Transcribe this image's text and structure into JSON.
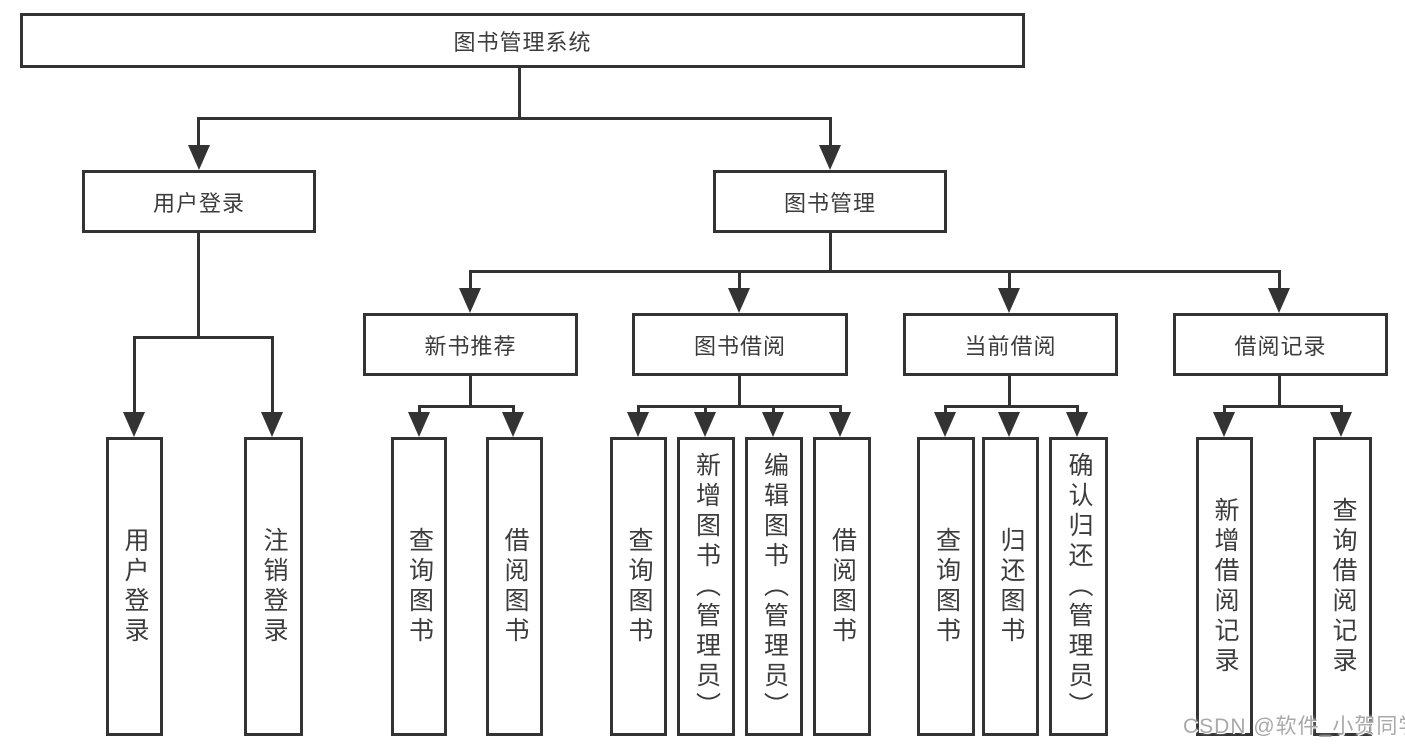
{
  "diagram": {
    "type": "hierarchy-tree",
    "title": "图书管理系统",
    "colors": {
      "line": "#333333",
      "text": "#3c3c3c",
      "box_background": "#ffffff",
      "page_background": "#ffffff",
      "watermark": "#a9a9a9"
    },
    "nodes": {
      "root": "图书管理系统",
      "user_login": "用户登录",
      "book_management": "图书管理",
      "new_book_recommendation": "新书推荐",
      "book_borrowing": "图书借阅",
      "current_borrowing": "当前借阅",
      "borrowing_records": "借阅记录",
      "user_login_action": "用户登录",
      "logout_action": "注销登录",
      "nbr_query_books": "查询图书",
      "nbr_borrow_books": "借阅图书",
      "bb_query_books": "查询图书",
      "bb_add_books_admin": "新增图书（管理员）",
      "bb_edit_books_admin": "编辑图书（管理员）",
      "bb_borrow_books": "借阅图书",
      "cb_query_books": "查询图书",
      "cb_return_books": "归还图书",
      "cb_confirm_return_admin": "确认归还（管理员）",
      "br_add_borrow_record": "新增借阅记录",
      "br_query_borrow_record": "查询借阅记录"
    },
    "watermark": "CSDN @软件_小贺同学"
  }
}
